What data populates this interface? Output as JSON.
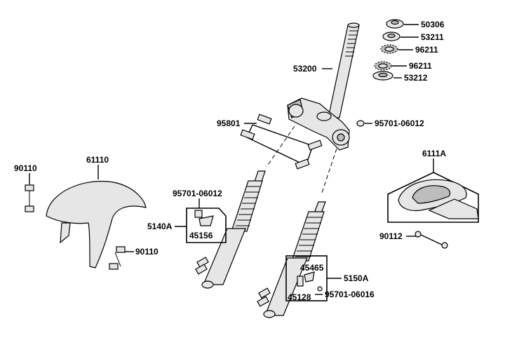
{
  "diagram": {
    "labels": {
      "p50306": "50306",
      "p53211": "53211",
      "p96211a": "96211",
      "p96211b": "96211",
      "p53212": "53212",
      "p53200": "53200",
      "p95801": "95801",
      "p95701_06012_right": "95701-06012",
      "p6111A": "6111A",
      "p90110_top": "90110",
      "p61110": "61110",
      "p95701_06012_left": "95701-06012",
      "p5140A": "5140A",
      "p45156": "45156",
      "p90110_bottom": "90110",
      "p90112": "90112",
      "p45465": "45465",
      "p5150A": "5150A",
      "p45128": "45128",
      "p95701_06016": "95701-06016"
    }
  }
}
